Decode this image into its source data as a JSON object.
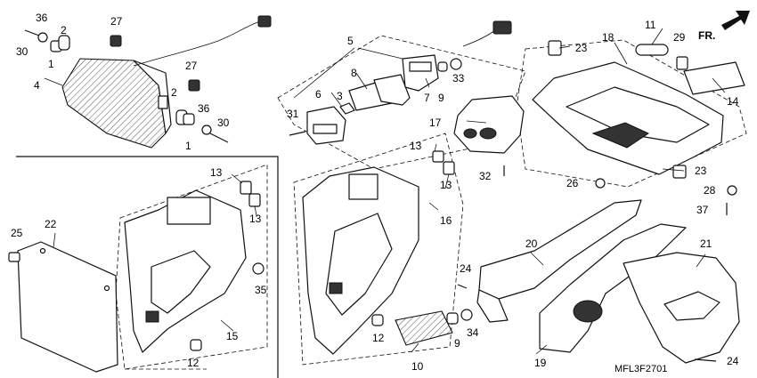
{
  "labels": {
    "p1a": "1",
    "p1b": "1",
    "p2a": "2",
    "p2b": "2",
    "p3": "3",
    "p4": "4",
    "p5": "5",
    "p6": "6",
    "p7": "7",
    "p8": "8",
    "p9a": "9",
    "p9b": "9",
    "p10": "10",
    "p11": "11",
    "p12a": "12",
    "p12b": "12",
    "p13a": "13",
    "p13b": "13",
    "p13c": "13",
    "p13d": "13",
    "p14": "14",
    "p15": "15",
    "p16": "16",
    "p17": "17",
    "p18": "18",
    "p19": "19",
    "p20": "20",
    "p21": "21",
    "p22": "22",
    "p23a": "23",
    "p23b": "23",
    "p24a": "24",
    "p24b": "24",
    "p25": "25",
    "p26": "26",
    "p27a": "27",
    "p27b": "27",
    "p28": "28",
    "p29": "29",
    "p30a": "30",
    "p30b": "30",
    "p31": "31",
    "p32": "32",
    "p33": "33",
    "p34": "34",
    "p35": "35",
    "p36a": "36",
    "p36b": "36",
    "p37": "37"
  },
  "direction_label": "FR.",
  "diagram_code": "MFL3F2701"
}
